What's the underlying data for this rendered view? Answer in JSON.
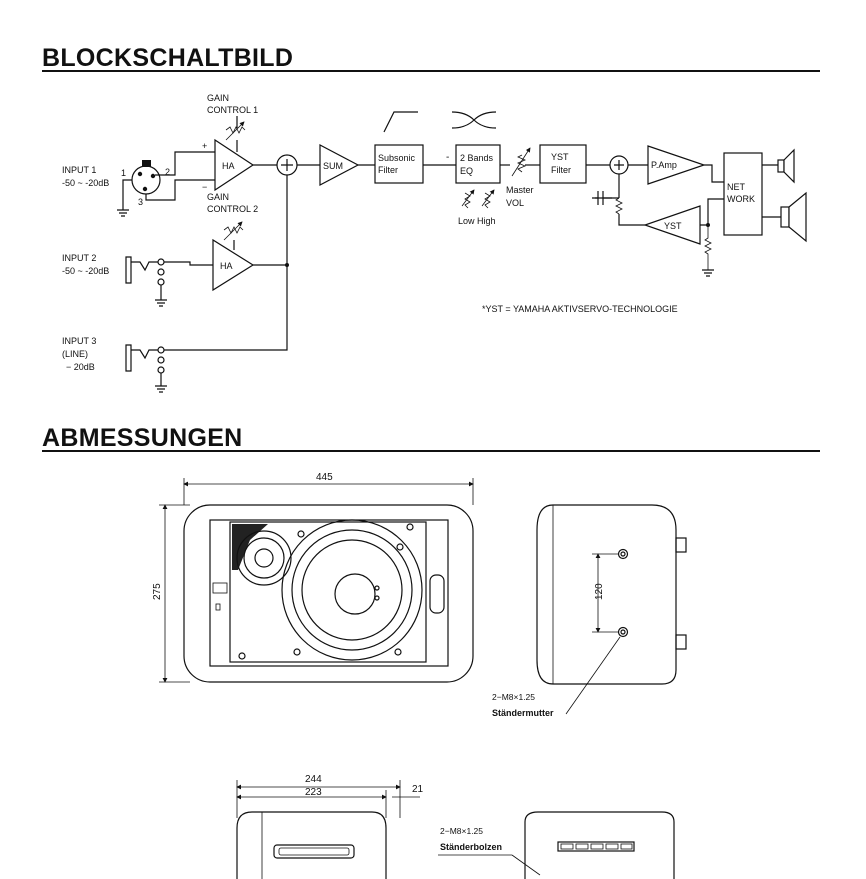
{
  "section_titles": {
    "block_diagram": "BLOCKSCHALTBILD",
    "dimensions": "ABMESSUNGEN"
  },
  "block_diagram": {
    "input1": {
      "name": "INPUT 1",
      "level": "-50 ~ -20dB",
      "pins": [
        "1",
        "2",
        "3"
      ],
      "polarity": [
        "+",
        "−"
      ]
    },
    "input2": {
      "name": "INPUT 2",
      "level": "-50 ~ -20dB"
    },
    "input3": {
      "name": "INPUT 3",
      "sub": "(LINE)",
      "level": "− 20dB"
    },
    "gain1": [
      "GAIN",
      "CONTROL 1"
    ],
    "gain2": [
      "GAIN",
      "CONTROL 2"
    ],
    "ha_label": "HA",
    "sum_label": "SUM",
    "subsonic": [
      "Subsonic",
      "Filter"
    ],
    "eq": [
      "2 Bands",
      "EQ"
    ],
    "eq_controls": "Low  High",
    "master": [
      "Master",
      "VOL"
    ],
    "yst_filter": [
      "YST",
      "Filter"
    ],
    "pamp": "P.Amp",
    "yst_amp": "YST",
    "network": [
      "NET",
      "WORK"
    ],
    "footnote": "*YST = YAMAHA AKTIVSERVO-TECHNOLOGIE"
  },
  "dimensions": {
    "width": "445",
    "height": "275",
    "hole_spacing": "120",
    "nut_spec": "2−M8×1.25",
    "nut_label": "Ständermutter",
    "depth_total": "244",
    "depth_body": "223",
    "depth_extra": "21",
    "bolt_spec": "2−M8×1.25",
    "bolt_label": "Ständerbolzen"
  }
}
